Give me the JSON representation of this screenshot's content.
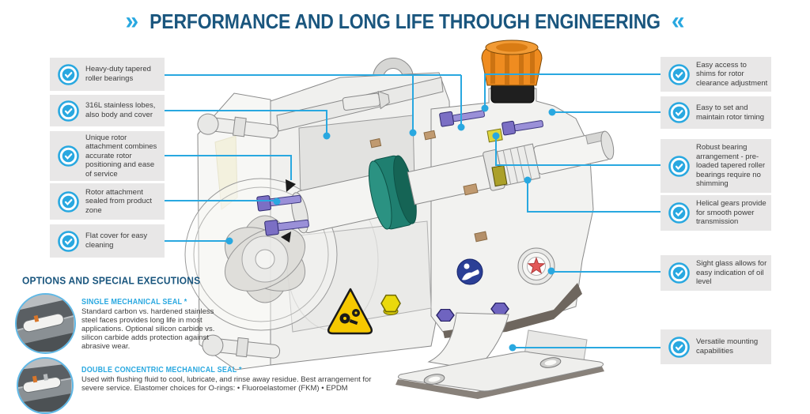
{
  "title": {
    "left_mark": "»",
    "text": "PERFORMANCE AND LONG LIFE THROUGH ENGINEERING",
    "right_mark": "«"
  },
  "left_callouts": [
    "Heavy-duty tapered roller bearings",
    "316L stainless lobes, also body and cover",
    "Unique rotor attachment combines accurate rotor positioning and ease of service",
    "Rotor attachment sealed from product zone",
    "Flat cover for easy cleaning"
  ],
  "right_callouts": [
    "Easy access to shims for rotor clearance adjustment",
    "Easy to set and maintain rotor timing",
    "Robust bearing arrangement - pre-loaded tapered roller bearings require no shimming",
    "Helical gears provide for smooth power transmission",
    "Sight glass allows for easy indication of oil level",
    "Versatile mounting capabilities"
  ],
  "options": {
    "heading": "OPTIONS AND SPECIAL EXECUTIONS",
    "items": [
      {
        "heading": "SINGLE MECHANICAL SEAL *",
        "body": "Standard carbon vs. hardened stainless steel faces provides long life in most applications. Optional silicon carbide vs. silicon carbide adds protection against abrasive wear."
      },
      {
        "heading": "DOUBLE CONCENTRIC MECHANICAL SEAL *",
        "body": "Used with flushing fluid to cool, lubricate, and rinse away residue. Best arrangement for severe service. Elastomer choices for O-rings: • Fluoroelastomer (FKM) • EPDM"
      }
    ]
  },
  "diagram": {
    "type": "cutaway-illustration",
    "subject": "rotary lobe pump cutaway",
    "elements": [
      "oil-fill-cap",
      "lifting-eye",
      "drive-shaft",
      "mechanical-seal-ring",
      "rotor-retainer-bolts",
      "tri-lobe-rotor",
      "gear-hazard-warning-triangle",
      "read-manual-label",
      "oil-sight-glass",
      "mounting-foot",
      "oil-drain-plug"
    ],
    "colors": {
      "accent_cyan": "#29a8e0",
      "title_blue": "#1a567e",
      "callout_box_gray": "#e8e7e7",
      "body_text": "#3d3d3d",
      "oil_cap_orange": "#ef8c20",
      "seal_ring_teal": "#1f7f70",
      "bolt_purple": "#8d83cc",
      "warning_yellow": "#f6c800",
      "sight_glass_red": "#e25858",
      "label_blue": "#2b3f96"
    }
  }
}
